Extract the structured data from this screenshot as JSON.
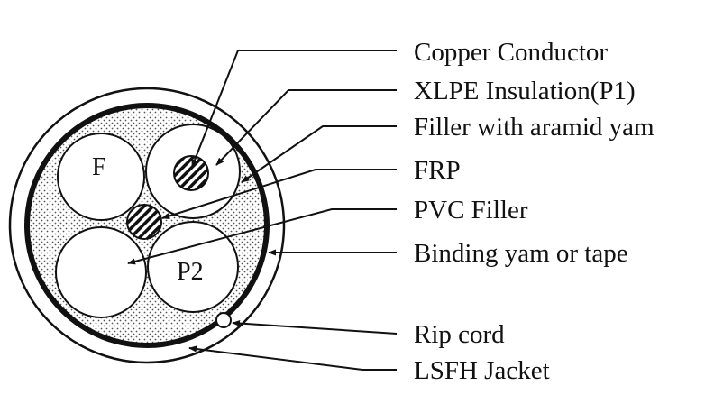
{
  "diagram": {
    "inner_labels": {
      "f": "F",
      "p2": "P2"
    },
    "labels": [
      "Copper Conductor",
      "XLPE Insulation(P1)",
      "Filler with aramid yam",
      "FRP",
      "PVC Filler",
      "Binding yam or tape",
      "Rip cord",
      "LSFH Jacket"
    ]
  }
}
